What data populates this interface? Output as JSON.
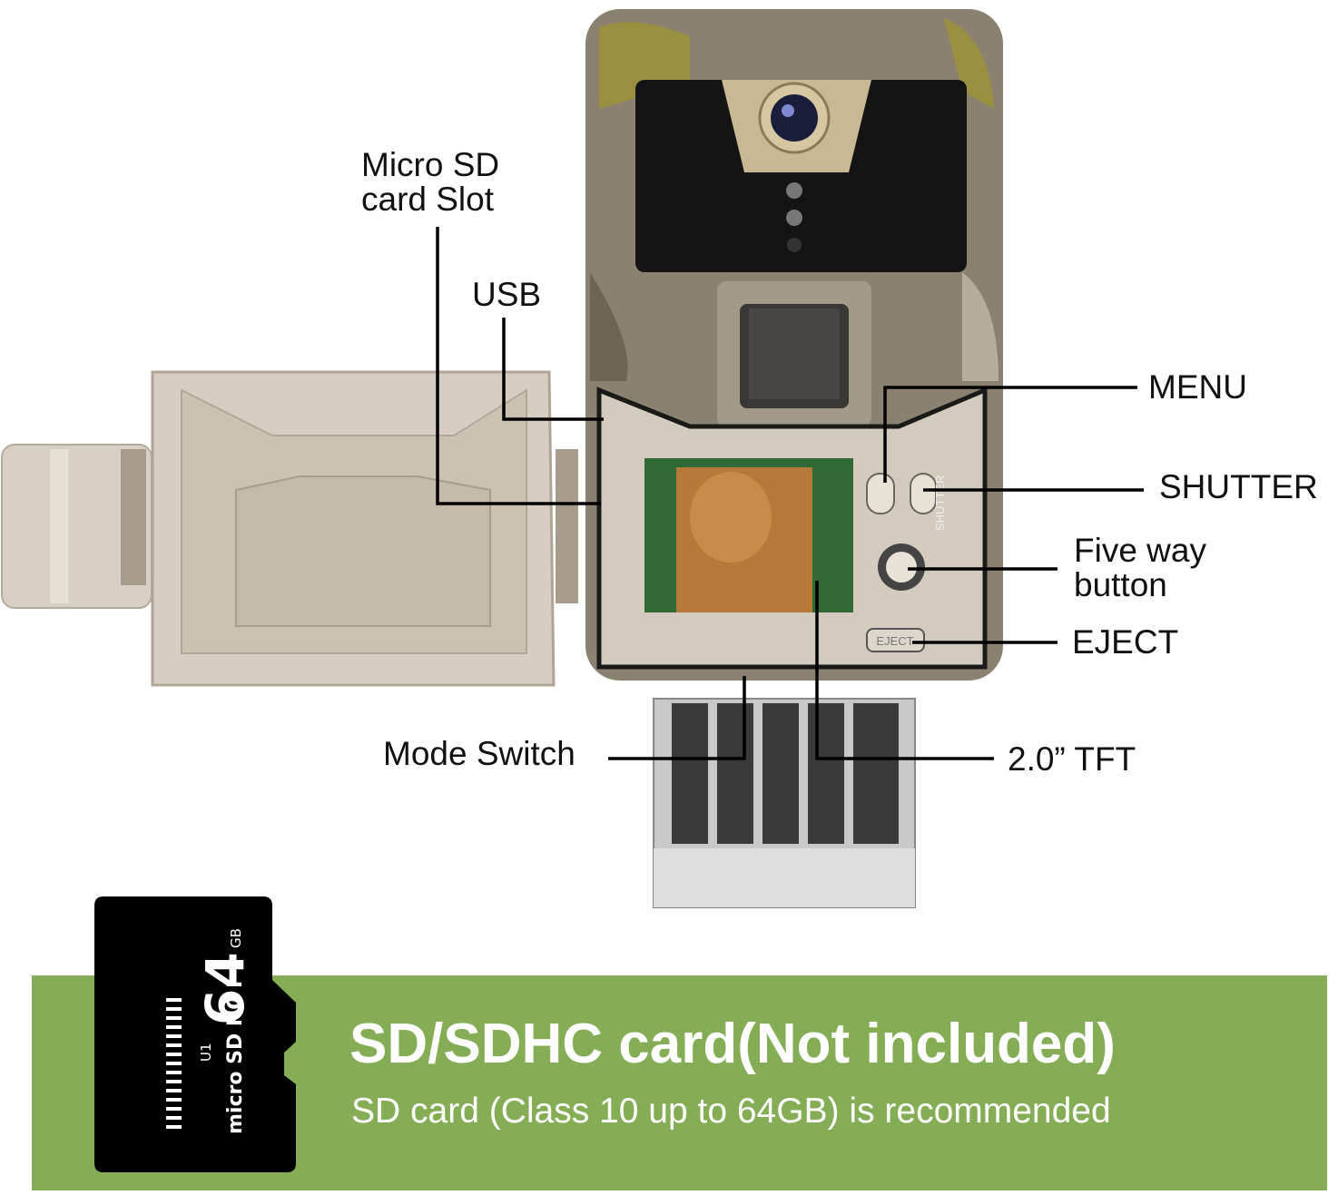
{
  "labels": {
    "micro_sd_slot": [
      "Micro SD",
      "card Slot"
    ],
    "usb": "USB",
    "menu": "MENU",
    "shutter": "SHUTTER",
    "five_way": [
      "Five way",
      "button"
    ],
    "eject": "EJECT",
    "mode_switch": "Mode Switch",
    "tft": "2.0” TFT"
  },
  "device_markings": {
    "button_eject": "EJECT",
    "button_shutter": "SHUTTER"
  },
  "sd_card": {
    "capacity": "64",
    "unit": "GB",
    "brand": "micro SD HC I",
    "speed_class": "U1"
  },
  "banner": {
    "title": "SD/SDHC card(Not included)",
    "subtitle": "SD card (Class 10 up to 64GB) is recommended",
    "color": "#84ad55"
  },
  "colors": {
    "camo_body": "#8b8170",
    "panel_beige": "#d3cbbd",
    "sd_card": "#000000"
  }
}
